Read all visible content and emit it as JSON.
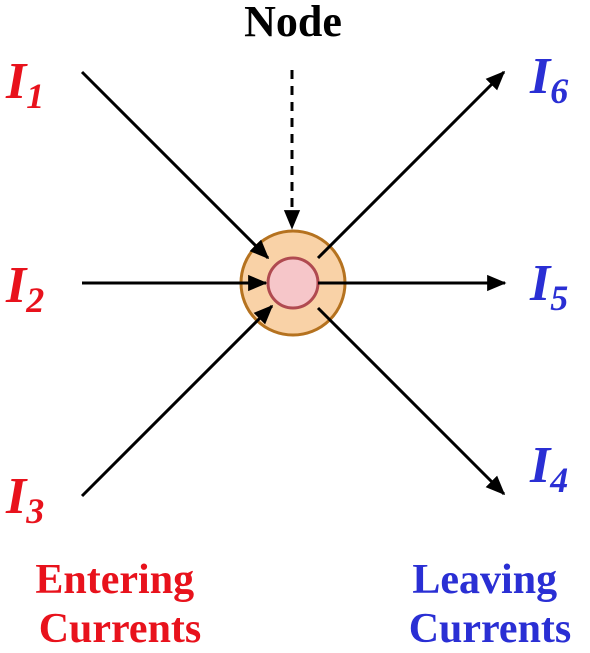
{
  "node": {
    "title": "Node"
  },
  "entering": {
    "color": "#e8121c",
    "currents": [
      {
        "id": "i1",
        "symbol": "I",
        "subscript": "1"
      },
      {
        "id": "i2",
        "symbol": "I",
        "subscript": "2"
      },
      {
        "id": "i3",
        "symbol": "I",
        "subscript": "3"
      }
    ],
    "label_line1": "Entering",
    "label_line2": "Currents"
  },
  "leaving": {
    "color": "#2a2fd4",
    "currents": [
      {
        "id": "i6",
        "symbol": "I",
        "subscript": "6"
      },
      {
        "id": "i5",
        "symbol": "I",
        "subscript": "5"
      },
      {
        "id": "i4",
        "symbol": "I",
        "subscript": "4"
      }
    ],
    "label_line1": "Leaving",
    "label_line2": "Currents"
  },
  "colors": {
    "node_outer_fill": "#f9d2a7",
    "node_outer_stroke": "#b5721f",
    "node_inner_fill": "#f6c6c9",
    "node_inner_stroke": "#b04a50",
    "arrow": "#000000"
  }
}
